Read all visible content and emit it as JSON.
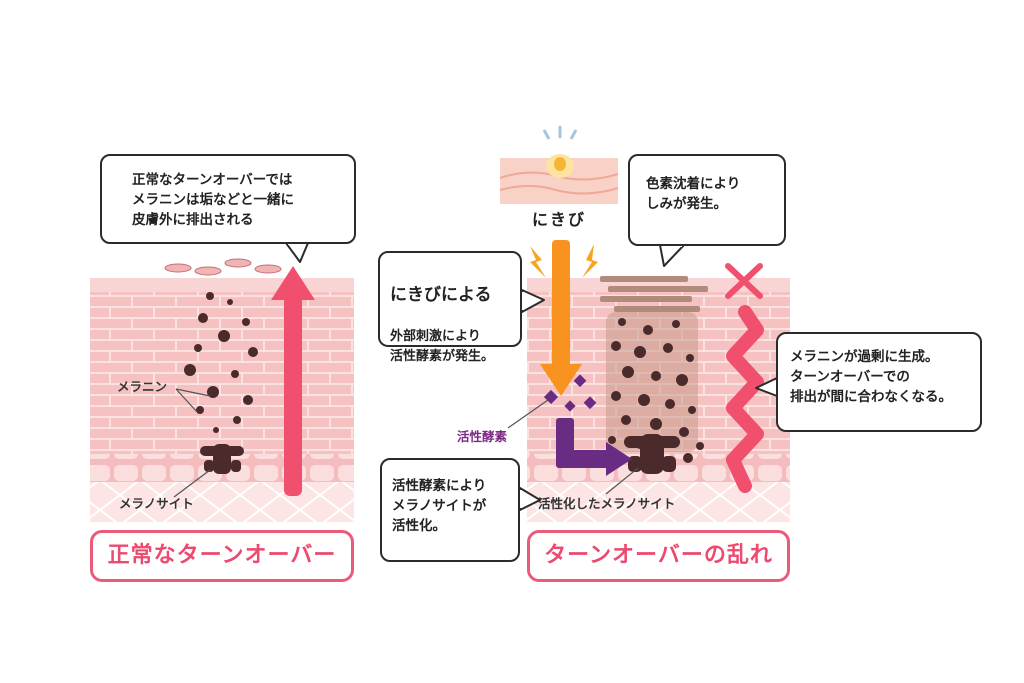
{
  "left_panel": {
    "bubble_text": "正常なターンオーバーでは\nメラニンは垢などと一緒に\n皮膚外に排出される",
    "label_melanin": "メラニン",
    "label_melanocyte": "メラノサイト",
    "title": "正常なターンオーバー"
  },
  "right_panel": {
    "acne_label": "にきび",
    "acne_bubble_strong": "にきびによる",
    "acne_bubble_rest": "外部刺激により\n活性酵素が発生。",
    "pigment_bubble": "色素沈着により\nしみが発生。",
    "overproduction_bubble": "メラニンが過剰に生成。\nターンオーバーでの\n排出が間に合わなくなる。",
    "active_enzyme_bubble": "活性酵素により\nメラノサイトが\n活性化。",
    "label_active_enzyme": "活性酵素",
    "label_activated_melanocyte": "活性化したメラノサイト",
    "title": "ターンオーバーの乱れ"
  },
  "colors": {
    "skin_pink": "#f6c3c3",
    "skin_line": "#ffffff",
    "title_pink": "#ec4a6e",
    "arrow_red": "#f0506e",
    "arrow_orange": "#f7931e",
    "enzyme_purple": "#6a2c82",
    "melanin_dark": "#4a2a2a"
  }
}
